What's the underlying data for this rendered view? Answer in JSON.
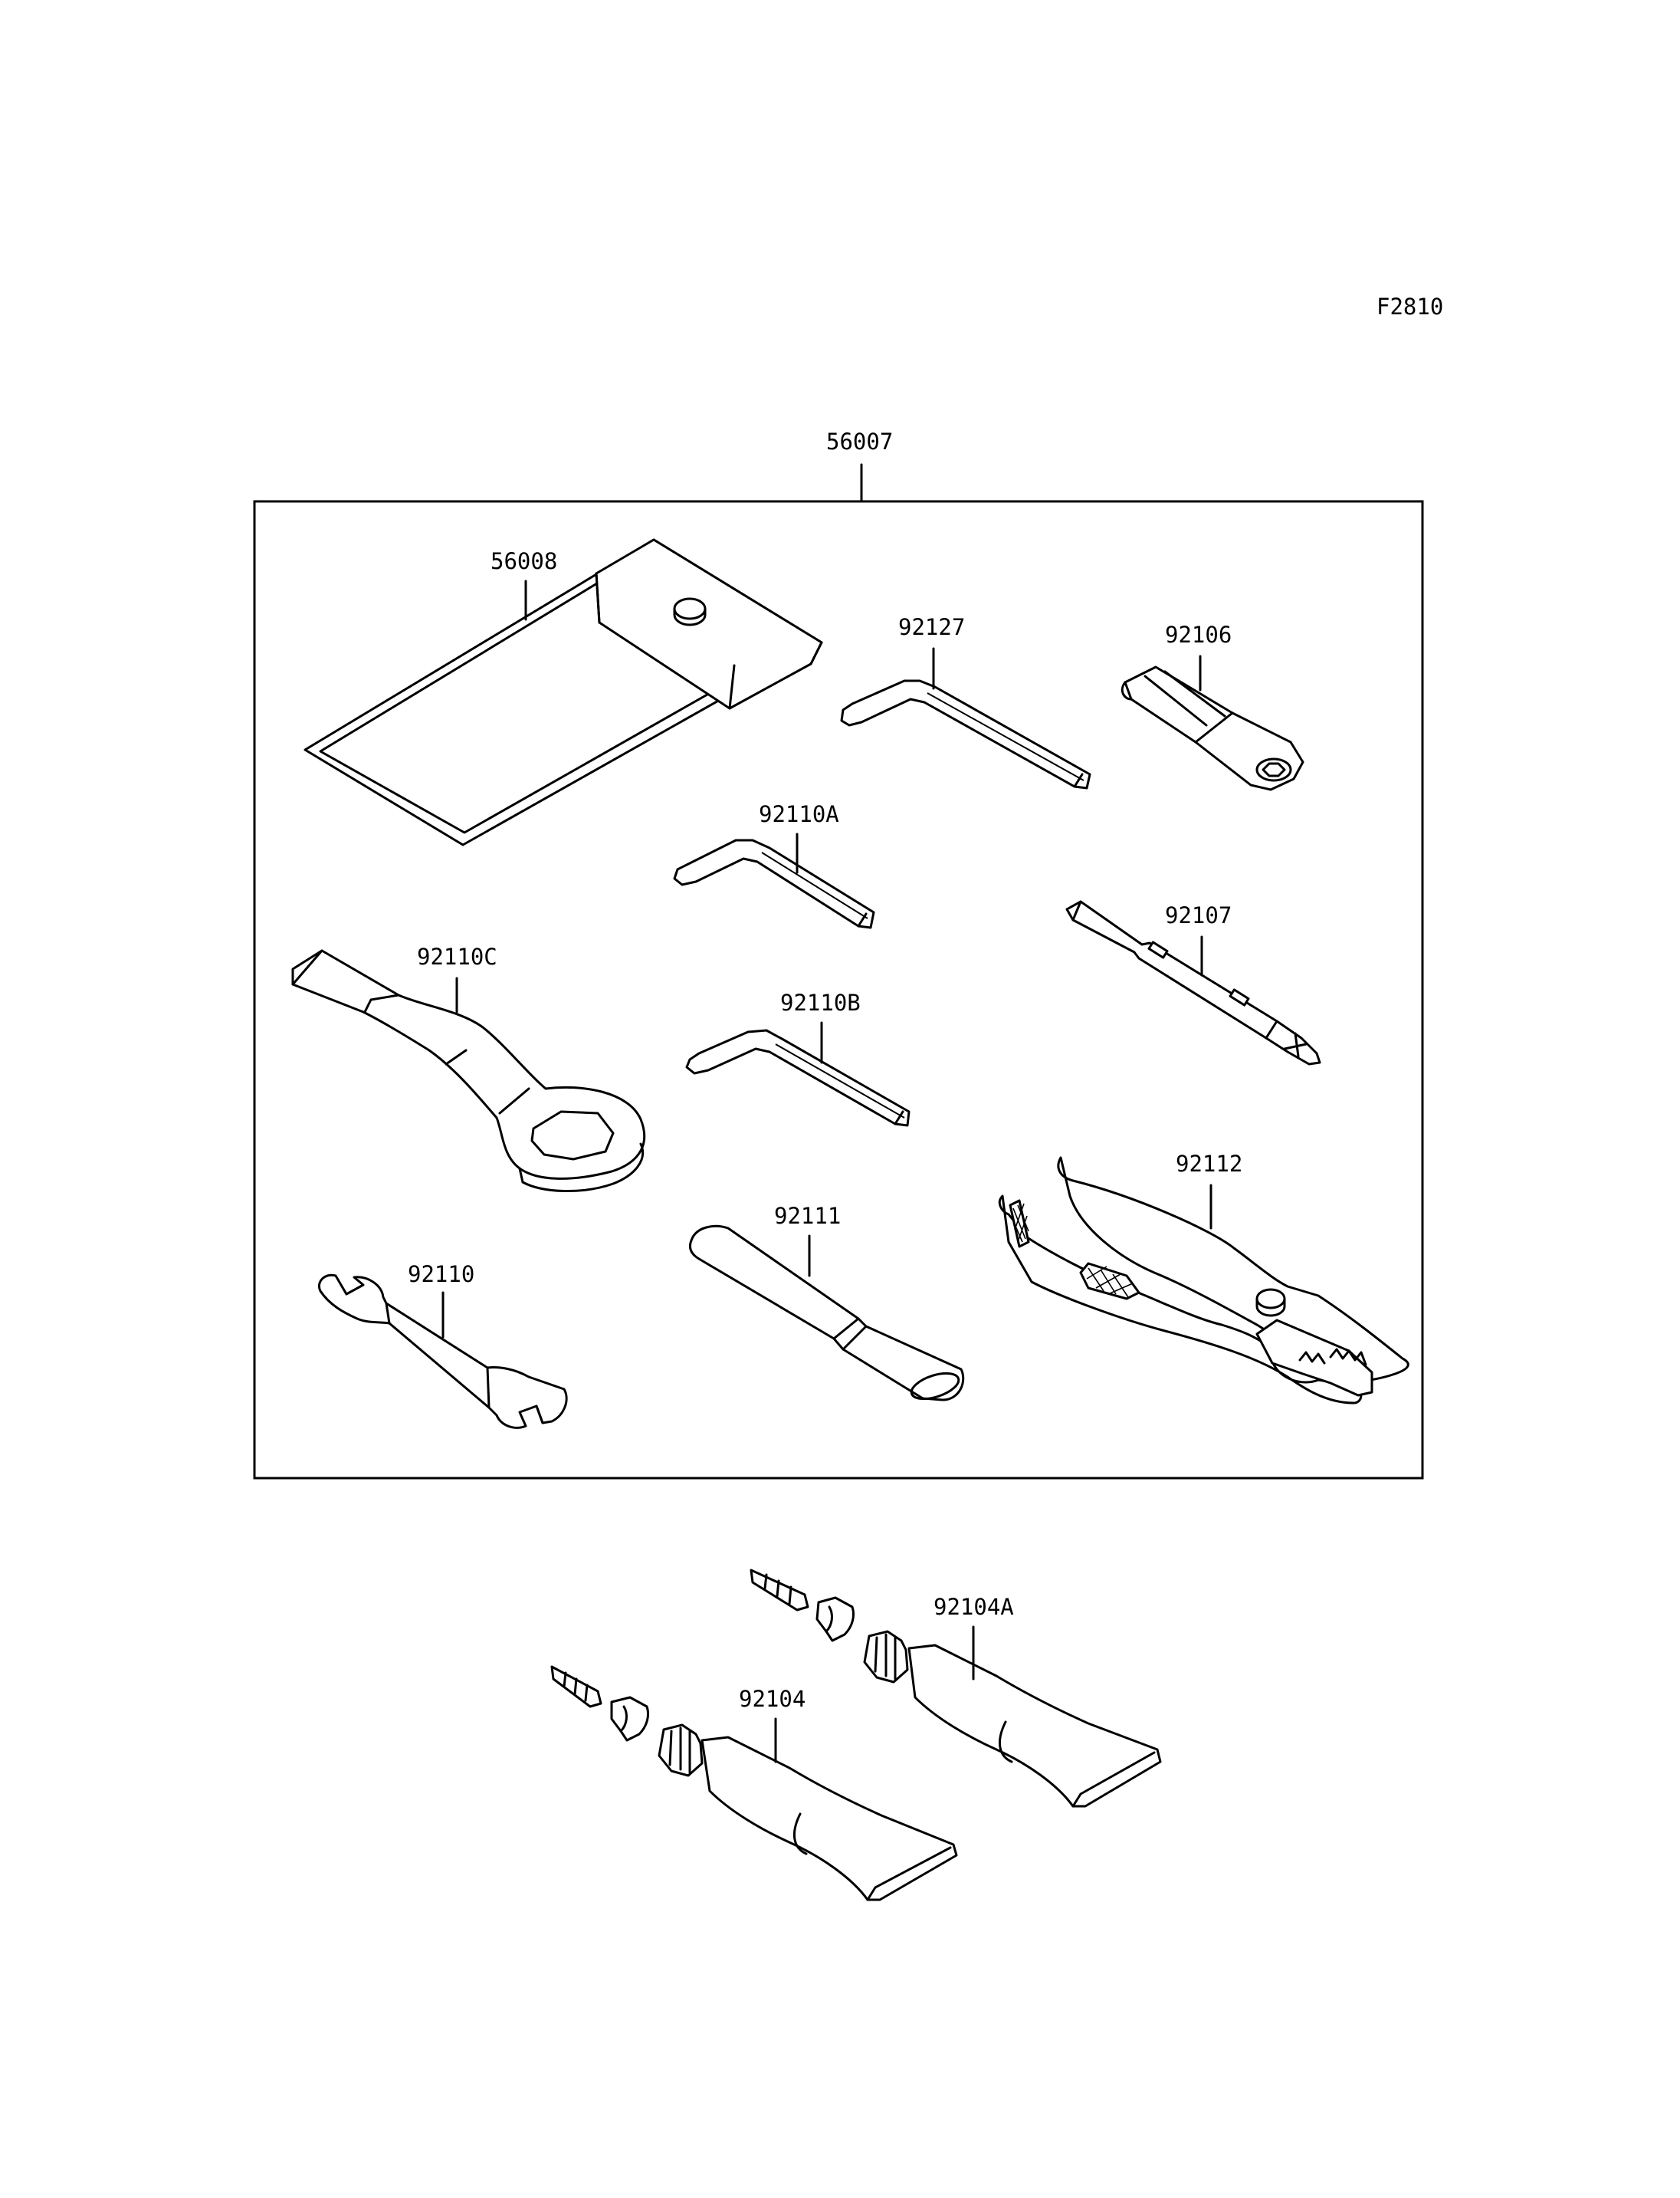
{
  "figure_code": "F2810",
  "labels": {
    "kit": "56007",
    "pouch": "56008",
    "hex_wrench_92127": "92127",
    "socket_92106": "92106",
    "hex_wrench_a": "92110A",
    "screwdriver": "92107",
    "ring_wrench": "92110C",
    "hex_wrench_b": "92110B",
    "pliers": "92112",
    "handle_bar": "92111",
    "open_wrench": "92110",
    "tube_a": "92104A",
    "tube": "92104"
  },
  "colors": {
    "line": "#000000",
    "background": "#ffffff"
  }
}
